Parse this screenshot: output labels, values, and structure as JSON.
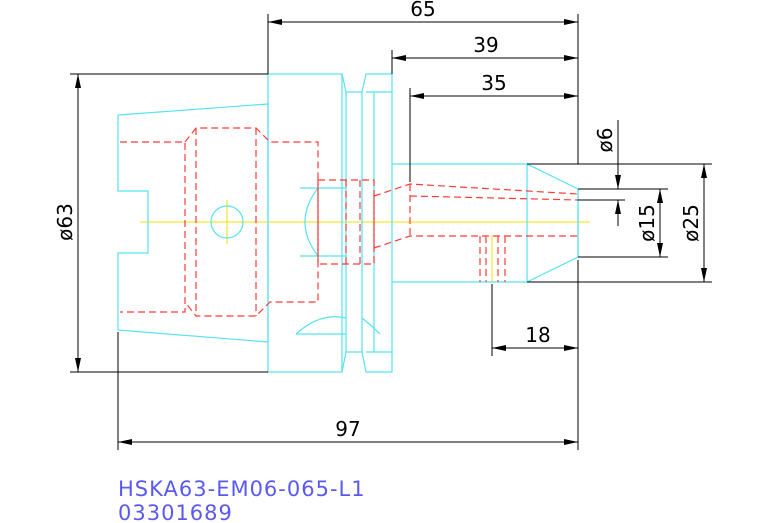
{
  "colors": {
    "body_outline": "#55e3f0",
    "hidden_lines": "#ff3b3b",
    "center_line": "#f4e000",
    "dimensions": "#000000",
    "caption": "#5a5af0",
    "background": "#ffffff"
  },
  "dimensions": {
    "overall_length": "97",
    "flange_to_tip": "65",
    "length_39": "39",
    "length_35": "35",
    "length_18": "18",
    "dia_63": "ø63",
    "dia_6": "ø6",
    "dia_15": "ø15",
    "dia_25": "ø25"
  },
  "caption": {
    "part_number": "HSKA63-EM06-065-L1",
    "code": "03301689"
  }
}
